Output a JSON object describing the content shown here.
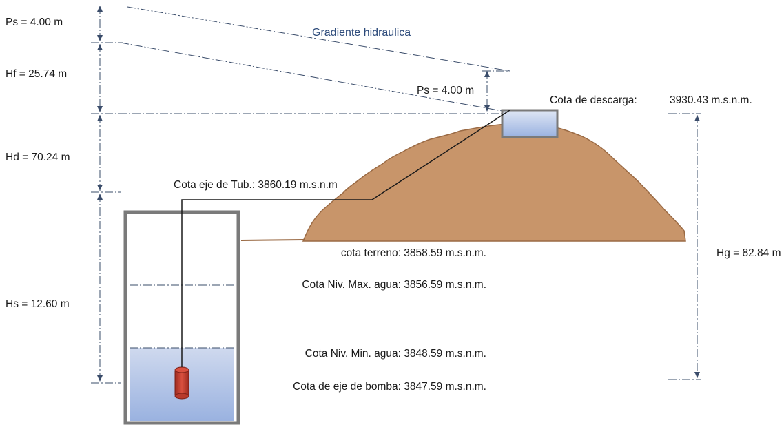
{
  "labels": {
    "gradient": "Gradiente hidraulica",
    "ps_left": "Ps = 4.00 m",
    "hf": "Hf = 25.74 m",
    "hd": "Hd = 70.24 m",
    "hs": "Hs = 12.60 m",
    "ps_right": "Ps = 4.00 m",
    "cota_descarga": "Cota de descarga:",
    "cota_descarga_val": "3930.43 m.s.n.m.",
    "cota_eje_tub": "Cota eje de Tub.: 3860.19 m.s.n.m",
    "cota_terreno": "cota terreno: 3858.59 m.s.n.m.",
    "niv_max": "Cota Niv. Max. agua: 3856.59 m.s.n.m.",
    "niv_min": "Cota Niv. Min. agua: 3848.59 m.s.n.m.",
    "eje_bomba": "Cota de eje de bomba: 3847.59 m.s.n.m.",
    "hg": "Hg = 82.84 m"
  },
  "colors": {
    "soil": "#c8956a",
    "soil_edge": "#9a6a44",
    "water_top": "#cfd9ee",
    "water_bottom": "#9ab2e0",
    "tank_frame": "#7a7a7a",
    "pump": "#c0392b",
    "line": "#3a4c6a"
  }
}
